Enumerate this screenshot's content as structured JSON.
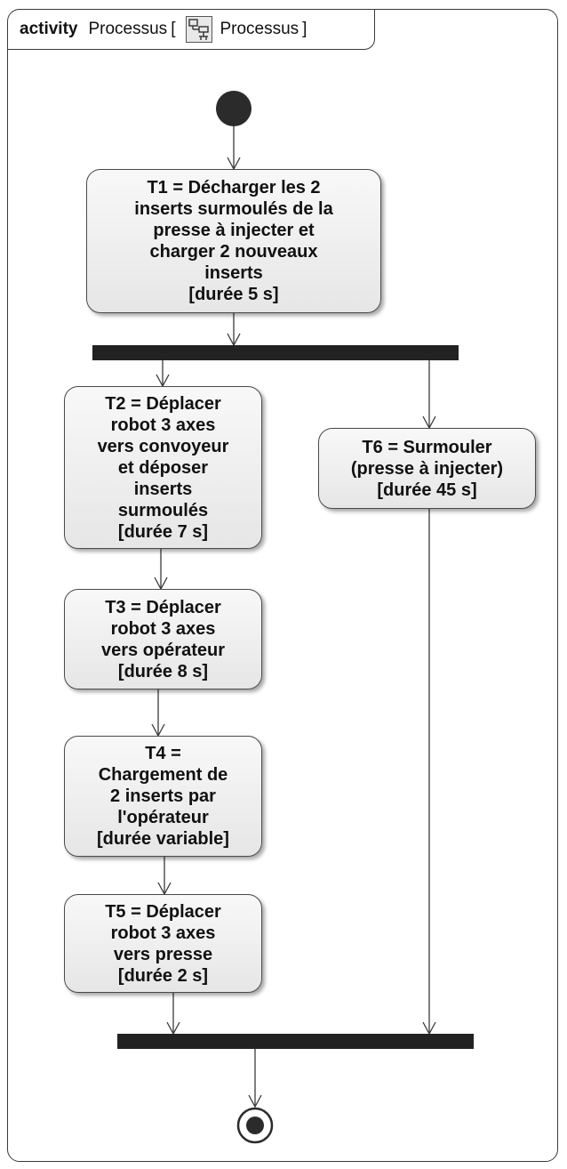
{
  "diagram": {
    "keyword": "activity",
    "name": "Processus",
    "bracket_open": "[",
    "bracket_close": "]",
    "diagram_ref": "Processus",
    "diagram_icon": "activity-diagram-icon",
    "actions": [
      {
        "id": "t1",
        "lines": [
          "T1 = Décharger les 2",
          "inserts surmoulés de la",
          "presse à injecter et",
          "charger 2 nouveaux",
          "inserts",
          "[durée 5 s]"
        ]
      },
      {
        "id": "t2",
        "lines": [
          "T2 = Déplacer",
          "robot 3 axes",
          "vers convoyeur",
          "et déposer",
          "inserts",
          "surmoulés",
          "[durée 7 s]"
        ]
      },
      {
        "id": "t3",
        "lines": [
          "T3 = Déplacer",
          "robot 3 axes",
          "vers opérateur",
          "[durée 8 s]"
        ]
      },
      {
        "id": "t4",
        "lines": [
          "T4 =",
          "Chargement de",
          "2 inserts par",
          "l'opérateur",
          "[durée variable]"
        ]
      },
      {
        "id": "t5",
        "lines": [
          "T5 = Déplacer",
          "robot 3 axes",
          "vers presse",
          "[durée 2 s]"
        ]
      },
      {
        "id": "t6",
        "lines": [
          "T6 = Surmouler",
          "(presse à injecter)",
          "[durée 45 s]"
        ]
      }
    ],
    "colors": {
      "line": "#3a3a3a",
      "bar": "#222222",
      "node_fill": "#2b2b2b"
    }
  }
}
